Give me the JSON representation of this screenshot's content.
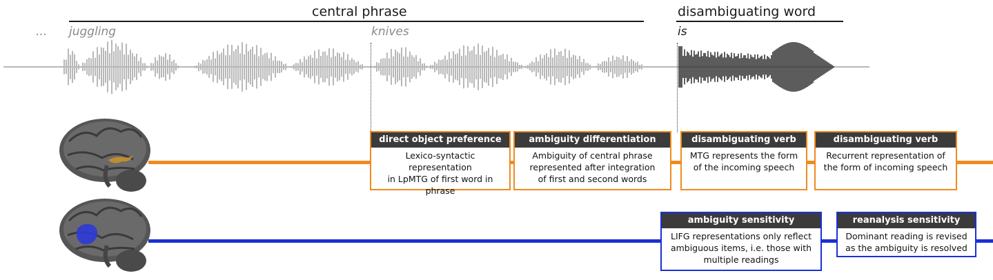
{
  "phrases": {
    "central": "central phrase",
    "disambiguating": "disambiguating word"
  },
  "words": {
    "ellipsis": "...",
    "w1": "juggling",
    "w2": "knives",
    "w3": "is"
  },
  "colors": {
    "orange": "#f08a1d",
    "blue": "#1b2fd6",
    "waveform_light": "#b8b8b8",
    "waveform_dark": "#333333",
    "brain": "#5a5a5a",
    "box_header": "#3b3b3b"
  },
  "icons": {
    "brain_top": "brain-lateral-view-icon",
    "brain_bottom": "brain-lateral-view-icon"
  },
  "timelines": {
    "top": {
      "boxes": [
        {
          "header": "direct object preference",
          "lines": [
            "Lexico-syntactic representation",
            "in LpMTG of first word in",
            "phrase"
          ]
        },
        {
          "header": "ambiguity differentiation",
          "lines": [
            "Ambiguity of central phrase",
            "represented after integration",
            "of first and second words"
          ]
        },
        {
          "header": "disambiguating verb",
          "lines": [
            "MTG represents the form",
            "of the incoming speech"
          ]
        },
        {
          "header": "disambiguating verb",
          "lines": [
            "Recurrent representation of",
            "the form of incoming speech"
          ]
        }
      ]
    },
    "bottom": {
      "boxes": [
        {
          "header": "ambiguity sensitivity",
          "lines": [
            "LIFG representations only reflect",
            "ambiguous items, i.e. those with",
            "multiple readings"
          ]
        },
        {
          "header": "reanalysis sensitivity",
          "lines": [
            "Dominant reading is revised",
            "as the ambiguity is resolved"
          ]
        }
      ]
    }
  }
}
